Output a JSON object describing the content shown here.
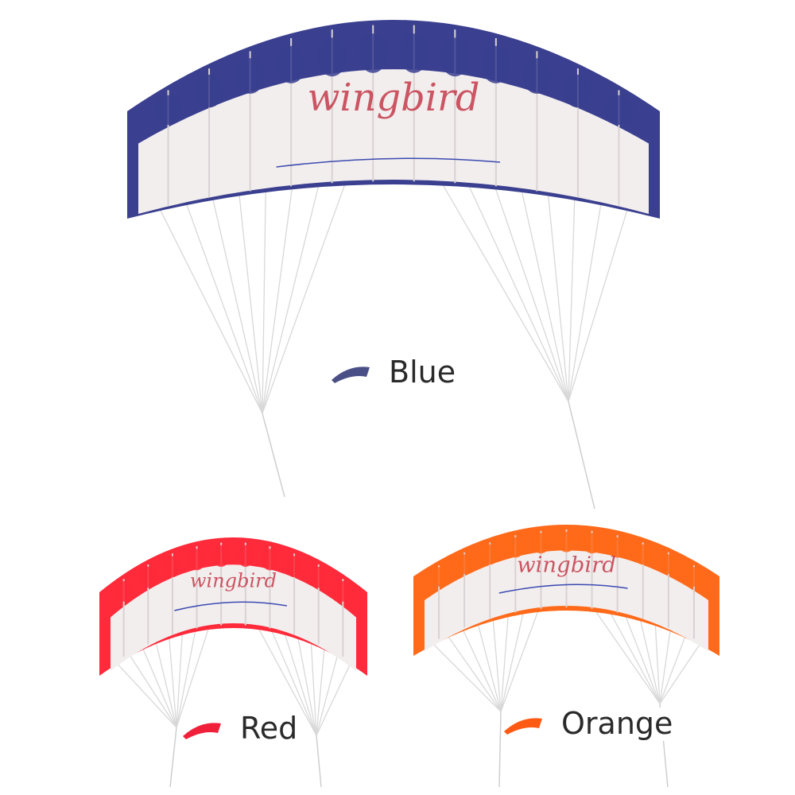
{
  "products": [
    {
      "id": "blue",
      "label": "Blue",
      "color": "#3a3f8f",
      "swatch_color": "#4a4f86",
      "brand_text": "wingbird"
    },
    {
      "id": "red",
      "label": "Red",
      "color": "#ff2a3a",
      "swatch_color": "#f0203a",
      "brand_text": "wingbird"
    },
    {
      "id": "orange",
      "label": "Orange",
      "color": "#ff6a1a",
      "swatch_color": "#ff5a14",
      "brand_text": "wingbird"
    }
  ]
}
